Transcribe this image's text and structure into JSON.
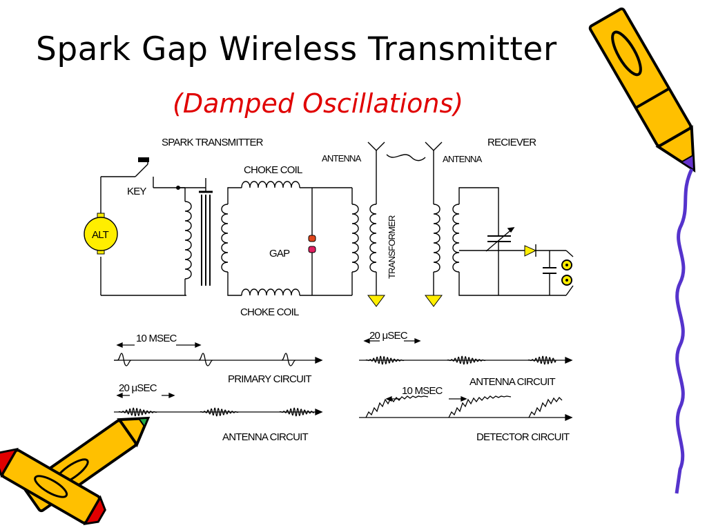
{
  "slide": {
    "title": "Spark Gap Wireless Transmitter",
    "subtitle": "(Damped Oscillations)"
  },
  "circuit": {
    "spark_transmitter": "SPARK TRANSMITTER",
    "receiver": "RECIEVER",
    "antenna_left": "ANTENNA",
    "antenna_right": "ANTENNA",
    "choke_coil_top": "CHOKE COIL",
    "choke_coil_bottom": "CHOKE COIL",
    "gap": "GAP",
    "key": "KEY",
    "alt": "ALT",
    "transformer": "TRANSFORMER"
  },
  "waveforms": {
    "ten_msec_a": "10 MSEC",
    "primary_circuit": "PRIMARY CIRCUIT",
    "twenty_usec_a": "20 μSEC",
    "antenna_circuit_a": "ANTENNA CIRCUIT",
    "twenty_usec_b": "20 μSEC",
    "antenna_circuit_b": "ANTENNA CIRCUIT",
    "ten_msec_b": "10 MSEC",
    "detector_circuit": "DETECTOR CIRCUIT"
  },
  "colors": {
    "title": "#000000",
    "subtitle": "#e00000",
    "alt_fill": "#ffee00",
    "ground_fill": "#ffee00",
    "crayon_body": "#ffc000",
    "crayon_tip_blue": "#6633cc",
    "squiggle": "#5533cc"
  }
}
